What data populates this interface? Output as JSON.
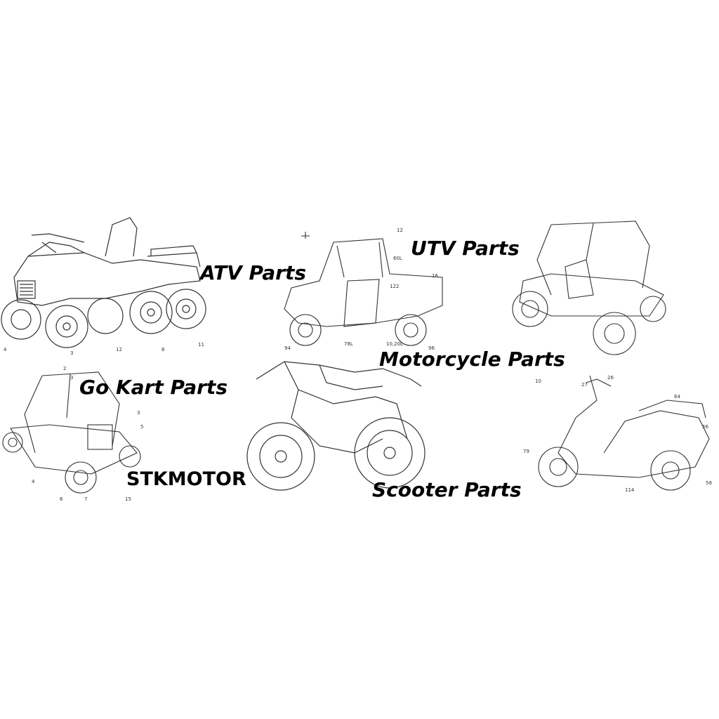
{
  "banner": {
    "labels": {
      "atv": "ATV Parts",
      "utv": "UTV Parts",
      "motorcycle": "Motorcycle Parts",
      "go_kart": "Go Kart Parts",
      "scooter": "Scooter Parts",
      "brand": "STKMOTOR"
    },
    "drawings": [
      "six-wheel-atv",
      "utv-side-by-side",
      "buggy-go-kart",
      "go-kart-frame",
      "sport-motorcycle",
      "scooter"
    ],
    "colors": {
      "background": "#ffffff",
      "line_art": "#333333",
      "text": "#000000"
    }
  }
}
